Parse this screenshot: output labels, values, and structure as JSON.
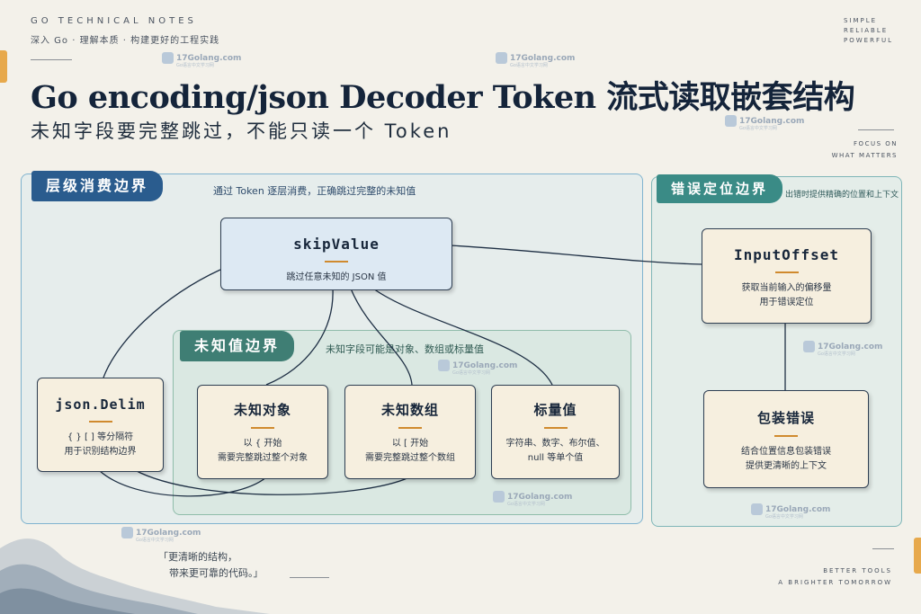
{
  "header": {
    "eyebrow": "GO TECHNICAL NOTES",
    "subeyebrow": "深入 Go · 理解本质 · 构建更好的工程实践",
    "title": "Go encoding/json Decoder Token 流式读取嵌套结构",
    "subtitle": "未知字段要完整跳过，不能只读一个 Token",
    "top_right": [
      "SIMPLE",
      "RELIABLE",
      "POWERFUL"
    ],
    "focus": [
      "FOCUS ON",
      "WHAT MATTERS"
    ]
  },
  "watermark": {
    "text": "17Golang.com",
    "sub": "Go语言中文学习网"
  },
  "regions": {
    "layer": {
      "label": "层级消费边界",
      "note": "通过 Token 逐层消费，正确跳过完整的未知值"
    },
    "unknown": {
      "label": "未知值边界",
      "note": "未知字段可能是对象、数组或标量值"
    },
    "error": {
      "label": "错误定位边界",
      "note": "出错时提供精确的位置和上下文"
    }
  },
  "nodes": {
    "skip": {
      "title": "skipValue",
      "desc": "跳过任意未知的 JSON 值"
    },
    "delim": {
      "title": "json.Delim",
      "desc1": "{  }  [  ]  等分隔符",
      "desc2": "用于识别结构边界"
    },
    "obj": {
      "title": "未知对象",
      "desc1": "以  {  开始",
      "desc2": "需要完整跳过整个对象"
    },
    "arr": {
      "title": "未知数组",
      "desc1": "以  [  开始",
      "desc2": "需要完整跳过整个数组"
    },
    "scalar": {
      "title": "标量值",
      "desc1": "字符串、数字、布尔值、",
      "desc2": "null 等单个值"
    },
    "offset": {
      "title": "InputOffset",
      "desc1": "获取当前输入的偏移量",
      "desc2": "用于错误定位"
    },
    "wrap": {
      "title": "包装错误",
      "desc1": "结合位置信息包装错误",
      "desc2": "提供更清晰的上下文"
    }
  },
  "footer": {
    "quote1": "「更清晰的结构，",
    "quote2": "带来更可靠的代码。」",
    "tag": [
      "BETTER TOOLS",
      "A BRIGHTER TOMORROW"
    ]
  },
  "colors": {
    "accent": "#d08a2e",
    "title": "#14243a",
    "region_blue": "#2a5c8e",
    "region_green": "#3f7e74",
    "region_teal": "#3a8b86"
  }
}
